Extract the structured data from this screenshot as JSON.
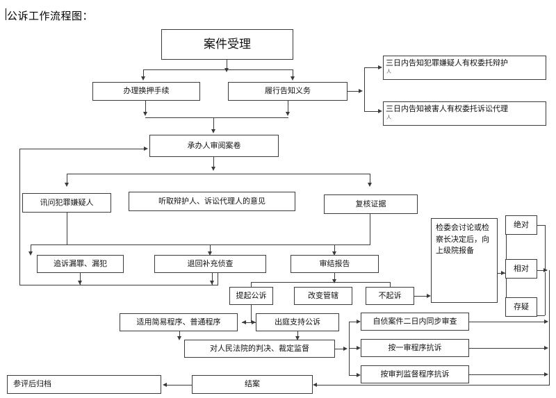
{
  "document": {
    "title": "公诉工作流程图："
  },
  "chart_data": {
    "type": "diagram",
    "title": "公诉工作流程图：",
    "nodes": [
      {
        "id": "n1",
        "label": "案件受理"
      },
      {
        "id": "n2",
        "label": "办理换押手续"
      },
      {
        "id": "n3",
        "label": "履行告知义务"
      },
      {
        "id": "n4",
        "label": "三日内告知犯罪嫌疑人有权委托辩护",
        "sub": "人"
      },
      {
        "id": "n5",
        "label": "三日内告知被害人有权委托诉讼代理",
        "sub": "人"
      },
      {
        "id": "n6",
        "label": "承办人审阅案卷"
      },
      {
        "id": "n7",
        "label": "讯问犯罪嫌疑人"
      },
      {
        "id": "n8",
        "label": "听取辩护人、诉讼代理人的意见"
      },
      {
        "id": "n9",
        "label": "复核证据"
      },
      {
        "id": "n10",
        "label": "追诉漏罪、漏犯"
      },
      {
        "id": "n11",
        "label": "退回补充侦查"
      },
      {
        "id": "n12",
        "label": "审结报告"
      },
      {
        "id": "n13",
        "label": "提起公诉"
      },
      {
        "id": "n14",
        "label": "改变管辖"
      },
      {
        "id": "n15",
        "label": "不起诉"
      },
      {
        "id": "n16",
        "label": "检委会讨论或检察长决定后，向上级院报备"
      },
      {
        "id": "n17",
        "label": "绝对"
      },
      {
        "id": "n18",
        "label": "相对"
      },
      {
        "id": "n19",
        "label": "存疑"
      },
      {
        "id": "n20",
        "label": "适用简易程序、普通程序"
      },
      {
        "id": "n21",
        "label": "出庭支持公诉"
      },
      {
        "id": "n22",
        "label": "自侦案件二日内同步审查"
      },
      {
        "id": "n23",
        "label": "对人民法院的判决、裁定监督"
      },
      {
        "id": "n24",
        "label": "按一审程序抗诉"
      },
      {
        "id": "n25",
        "label": "按审判监督程序抗诉"
      },
      {
        "id": "n26",
        "label": "参评后归档"
      },
      {
        "id": "n27",
        "label": "结案"
      }
    ],
    "edges": [
      {
        "from": "n1",
        "to": "n2"
      },
      {
        "from": "n1",
        "to": "n3"
      },
      {
        "from": "n3",
        "to": "n4"
      },
      {
        "from": "n3",
        "to": "n5"
      },
      {
        "from": "n2",
        "to": "n6"
      },
      {
        "from": "n3",
        "to": "n6"
      },
      {
        "from": "n6",
        "to": "n7"
      },
      {
        "from": "n6",
        "to": "n8"
      },
      {
        "from": "n6",
        "to": "n9"
      },
      {
        "from": "n7",
        "to": "n10"
      },
      {
        "from": "n8",
        "to": "n11"
      },
      {
        "from": "n9",
        "to": "n12"
      },
      {
        "from": "n12",
        "to": "n13"
      },
      {
        "from": "n12",
        "to": "n14"
      },
      {
        "from": "n12",
        "to": "n15"
      },
      {
        "from": "n15",
        "to": "n16"
      },
      {
        "from": "n16",
        "to": "n17"
      },
      {
        "from": "n16",
        "to": "n18"
      },
      {
        "from": "n16",
        "to": "n19"
      },
      {
        "from": "n13",
        "to": "n20"
      },
      {
        "from": "n13",
        "to": "n21"
      },
      {
        "from": "n20",
        "to": "n23"
      },
      {
        "from": "n21",
        "to": "n23"
      },
      {
        "from": "n23",
        "to": "n22"
      },
      {
        "from": "n23",
        "to": "n24"
      },
      {
        "from": "n23",
        "to": "n25"
      },
      {
        "from": "n27",
        "to": "n26"
      },
      {
        "from": "n10",
        "to": "n6"
      },
      {
        "from": "n11",
        "to": "n6"
      }
    ],
    "colors": {
      "stroke": "#3a3a3a",
      "fill": "#ffffff",
      "text": "#111111"
    }
  }
}
